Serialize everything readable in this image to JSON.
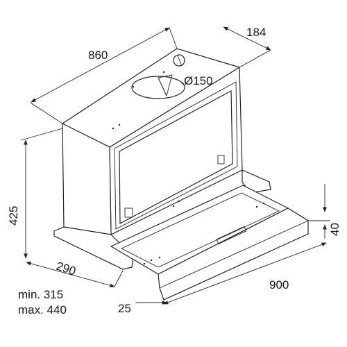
{
  "dimensions": {
    "width_top": "860",
    "depth_top": "184",
    "duct_diameter": "Ø150",
    "height": "425",
    "depth_side": "290",
    "visor_height": "40",
    "front_width": "900",
    "front_offset": "25",
    "extension_min": "min. 315",
    "extension_max": "max. 440"
  }
}
